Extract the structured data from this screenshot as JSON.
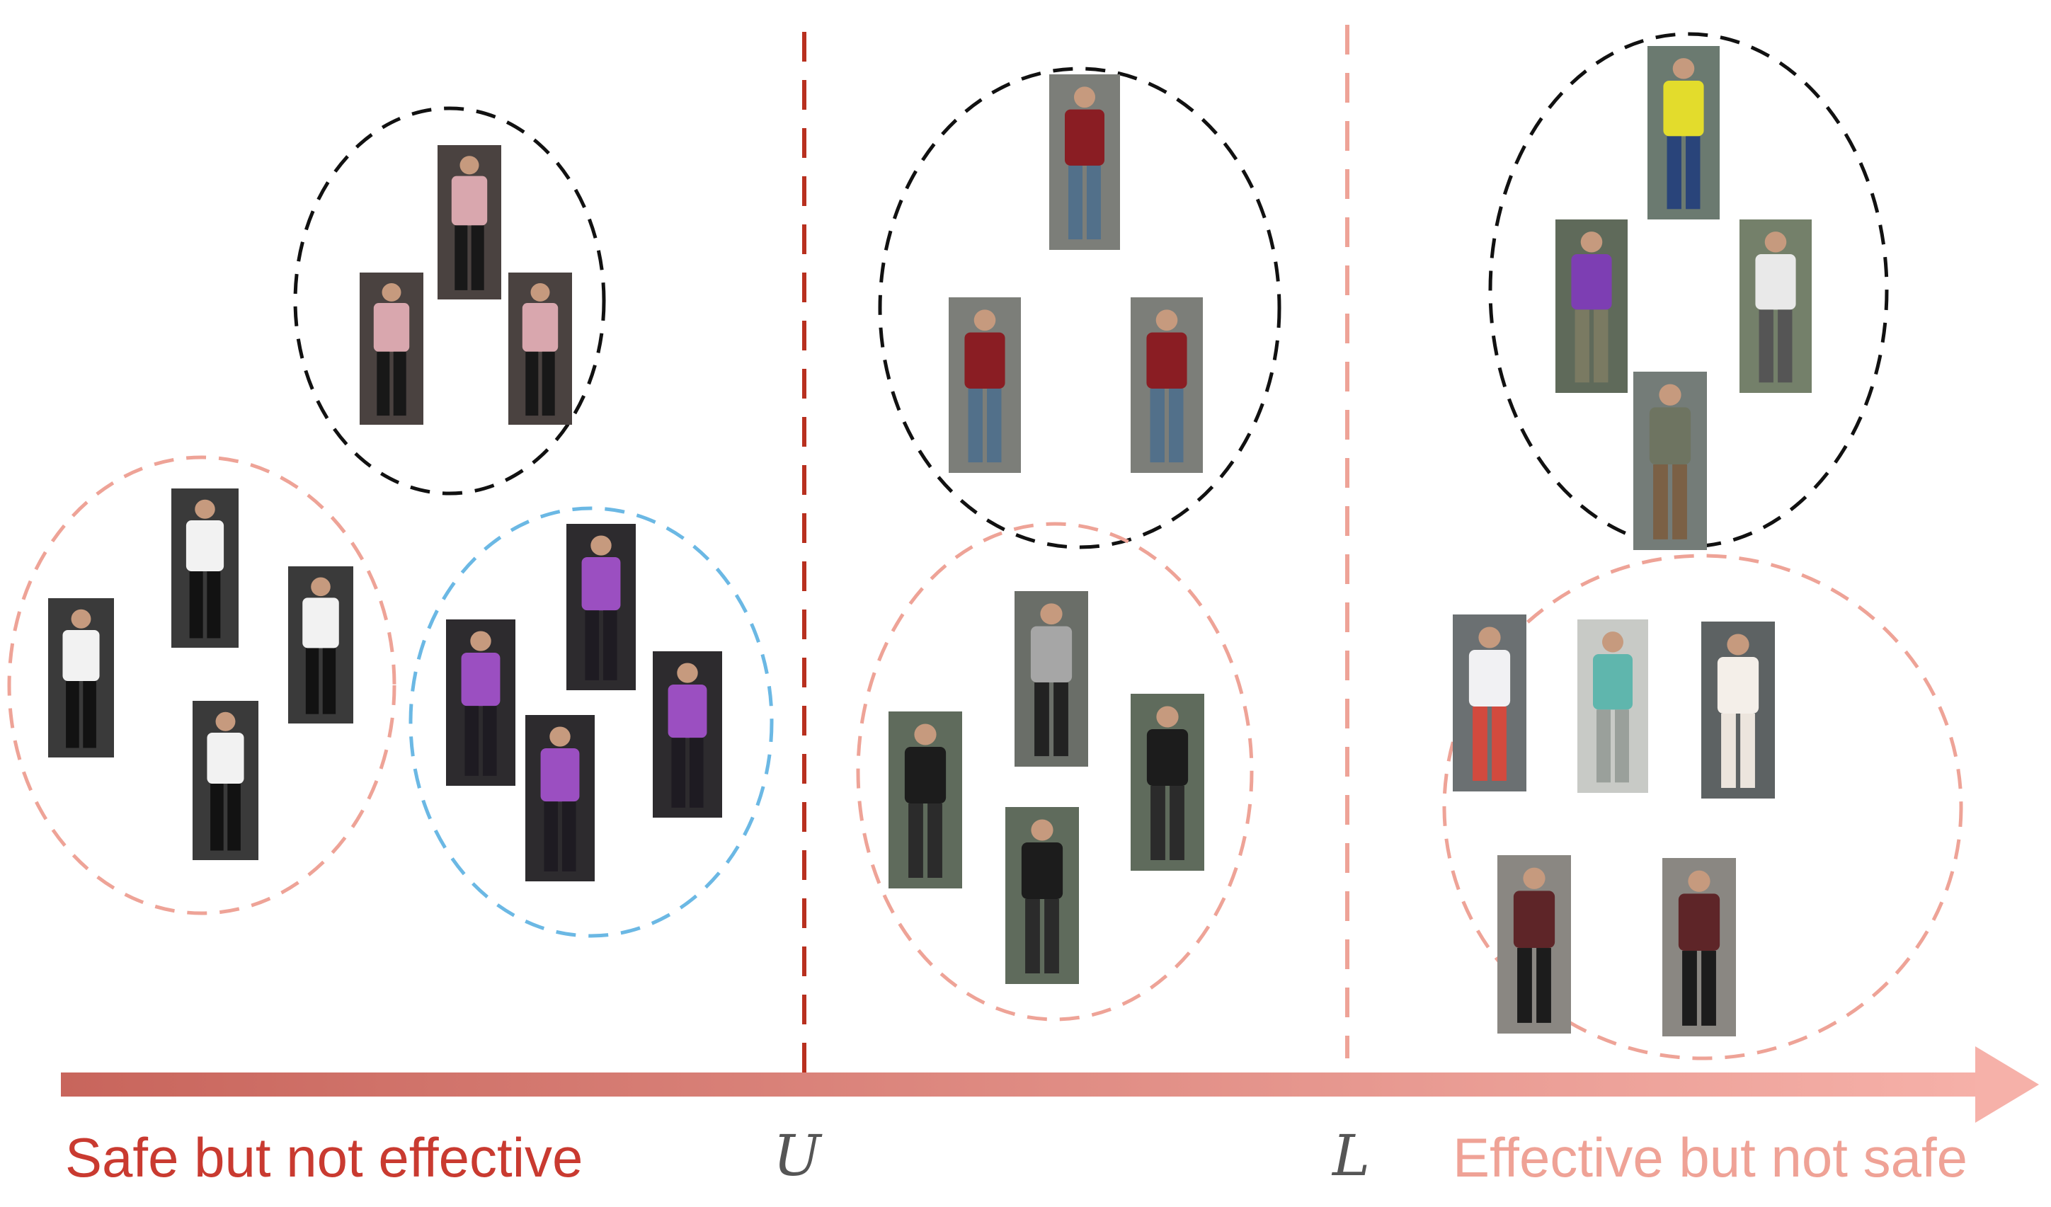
{
  "labels": {
    "left": "Safe but not effective",
    "right": "Effective but not safe",
    "threshold_u": "U",
    "threshold_l": "L"
  },
  "colors": {
    "pink_cluster": "#eea397",
    "black_cluster": "#111111",
    "blue_cluster": "#6bb8e4",
    "threshold_u_line": "#b8301f",
    "threshold_l_line": "#eea397",
    "arrow_start": "#c8655c",
    "arrow_end": "#f6b1a9",
    "text_left": "#c93a30",
    "text_right": "#efa296"
  },
  "clusters": [
    {
      "id": "cluster-pink-left",
      "color": "pink",
      "region": "left"
    },
    {
      "id": "cluster-black-left",
      "color": "black",
      "region": "left"
    },
    {
      "id": "cluster-blue-left",
      "color": "blue",
      "region": "left"
    },
    {
      "id": "cluster-black-middle",
      "color": "black",
      "region": "middle"
    },
    {
      "id": "cluster-pink-middle",
      "color": "pink",
      "region": "middle"
    },
    {
      "id": "cluster-black-right",
      "color": "black",
      "region": "right"
    },
    {
      "id": "cluster-pink-right",
      "color": "pink",
      "region": "right"
    }
  ],
  "person_images": [
    {
      "cluster": "cluster-pink-left",
      "description": "man white shirt black pants"
    },
    {
      "cluster": "cluster-pink-left",
      "description": "man white shirt black pants"
    },
    {
      "cluster": "cluster-pink-left",
      "description": "man white shirt black pants"
    },
    {
      "cluster": "cluster-pink-left",
      "description": "man white shirt black pants"
    },
    {
      "cluster": "cluster-black-left",
      "description": "woman pink striped top"
    },
    {
      "cluster": "cluster-black-left",
      "description": "woman pink striped top"
    },
    {
      "cluster": "cluster-black-left",
      "description": "woman pink striped top"
    },
    {
      "cluster": "cluster-blue-left",
      "description": "woman purple top"
    },
    {
      "cluster": "cluster-blue-left",
      "description": "woman purple top"
    },
    {
      "cluster": "cluster-blue-left",
      "description": "woman purple top"
    },
    {
      "cluster": "cluster-blue-left",
      "description": "woman purple top"
    },
    {
      "cluster": "cluster-black-middle",
      "description": "man red t-shirt denim shorts"
    },
    {
      "cluster": "cluster-black-middle",
      "description": "man red t-shirt denim shorts"
    },
    {
      "cluster": "cluster-black-middle",
      "description": "man red t-shirt denim shorts"
    },
    {
      "cluster": "cluster-pink-middle",
      "description": "man grey shirt"
    },
    {
      "cluster": "cluster-pink-middle",
      "description": "cyclist black"
    },
    {
      "cluster": "cluster-pink-middle",
      "description": "cyclist black"
    },
    {
      "cluster": "cluster-pink-middle",
      "description": "cyclist black"
    },
    {
      "cluster": "cluster-black-right",
      "description": "cyclist yellow"
    },
    {
      "cluster": "cluster-black-right",
      "description": "cyclist purple"
    },
    {
      "cluster": "cluster-black-right",
      "description": "cyclist white"
    },
    {
      "cluster": "cluster-black-right",
      "description": "man grey backpack"
    },
    {
      "cluster": "cluster-pink-right",
      "description": "woman white top red pants"
    },
    {
      "cluster": "cluster-pink-right",
      "description": "pedestrian teal faded"
    },
    {
      "cluster": "cluster-pink-right",
      "description": "woman white dress"
    },
    {
      "cluster": "cluster-pink-right",
      "description": "man maroon shirt black shorts"
    },
    {
      "cluster": "cluster-pink-right",
      "description": "man maroon shirt black shorts"
    }
  ]
}
